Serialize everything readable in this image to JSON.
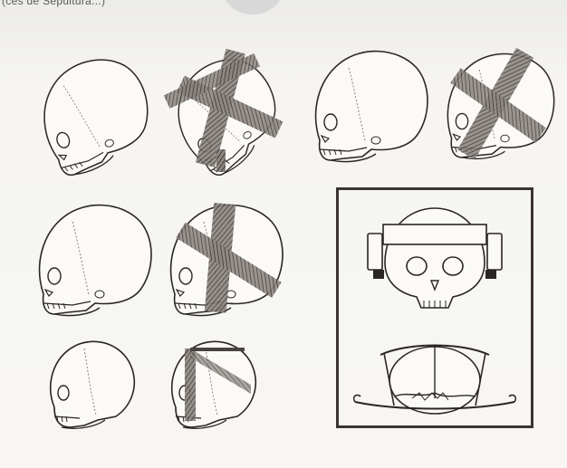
{
  "header": {
    "caption": "(ces de Sepultura...)"
  },
  "figure": {
    "panels": [
      {
        "id": "row1-skull-plain-a",
        "icon": "skull-elongated-icon"
      },
      {
        "id": "row1-skull-bound-a",
        "icon": "skull-bound-icon"
      },
      {
        "id": "row1-skull-plain-b",
        "icon": "skull-elongated-icon"
      },
      {
        "id": "row1-skull-bound-b",
        "icon": "skull-bound-icon"
      },
      {
        "id": "row2-skull-plain",
        "icon": "skull-elongated-icon"
      },
      {
        "id": "row2-skull-bound",
        "icon": "skull-bound-icon"
      },
      {
        "id": "row3-skull-plain",
        "icon": "skull-round-icon"
      },
      {
        "id": "row3-skull-bound",
        "icon": "skull-bound-icon"
      },
      {
        "id": "boxed-front-view",
        "icon": "skull-front-board-icon"
      },
      {
        "id": "boxed-top-view",
        "icon": "skull-top-board-icon"
      }
    ],
    "colors": {
      "ink": "#2a2624",
      "paper": "#f6f5f2",
      "binding": "#4a4340",
      "frame": "#3b3431"
    }
  }
}
